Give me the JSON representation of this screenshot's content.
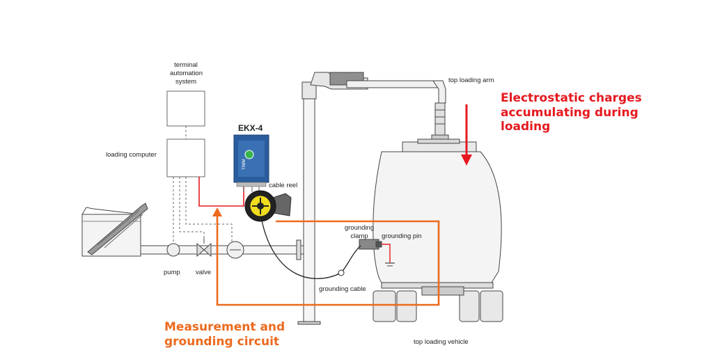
{
  "labels": {
    "terminal_automation_system": "terminal\nautomation\nsystem",
    "loading_computer": "loading computer",
    "ekx": "EKX-4",
    "cable_reel": "cable reel",
    "top_loading_arm": "top loading arm",
    "grounding_clamp": "grounding\nclamp",
    "grounding_pin": "grounding pin",
    "pump": "pump",
    "valve": "valve",
    "grounding_cable": "grounding cable",
    "top_loading_vehicle": "top loading vehicle",
    "electrostatic": "Electrostatic charges\naccumulating during\nloading",
    "measurement": "Measurement and\ngrounding circuit",
    "device_brand": "TIMM"
  },
  "colors": {
    "red": "#e5191f",
    "orange": "#ec6a1e",
    "device_blue": "#2a5d9e",
    "indicator_green": "#39b54a",
    "reel_yellow": "#f2dc1e"
  }
}
